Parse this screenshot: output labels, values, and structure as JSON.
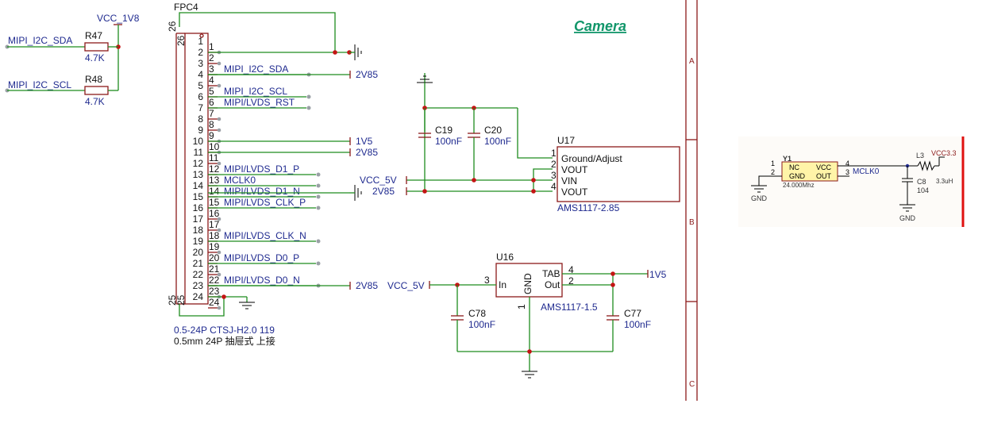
{
  "title": "Camera",
  "frame": {
    "zones": [
      "A",
      "B",
      "C"
    ]
  },
  "pullups": {
    "supply": "VCC_1V8",
    "resistors": [
      {
        "ref": "R47",
        "value": "4.7K",
        "net": "MIPI_I2C_SDA"
      },
      {
        "ref": "R48",
        "value": "4.7K",
        "net": "MIPI_I2C_SCL"
      }
    ]
  },
  "connector": {
    "ref": "FPC4",
    "part": "0.5-24P CTSJ-H2.0 119",
    "desc": "0.5mm 24P 抽屉式 上接",
    "mount_pins": [
      "26",
      "25"
    ],
    "pins": [
      {
        "num": "1",
        "net": ""
      },
      {
        "num": "2",
        "net": ""
      },
      {
        "num": "3",
        "net": "MIPI_I2C_SDA"
      },
      {
        "num": "4",
        "net": ""
      },
      {
        "num": "5",
        "net": "MIPI_I2C_SCL"
      },
      {
        "num": "6",
        "net": "MIPI/LVDS_RST"
      },
      {
        "num": "7",
        "net": ""
      },
      {
        "num": "8",
        "net": ""
      },
      {
        "num": "9",
        "net": ""
      },
      {
        "num": "10",
        "net": ""
      },
      {
        "num": "11",
        "net": ""
      },
      {
        "num": "12",
        "net": "MIPI/LVDS_D1_P"
      },
      {
        "num": "13",
        "net": "MCLK0"
      },
      {
        "num": "14",
        "net": "MIPI/LVDS_D1_N"
      },
      {
        "num": "15",
        "net": "MIPI/LVDS_CLK_P"
      },
      {
        "num": "16",
        "net": ""
      },
      {
        "num": "17",
        "net": ""
      },
      {
        "num": "18",
        "net": "MIPI/LVDS_CLK_N"
      },
      {
        "num": "19",
        "net": ""
      },
      {
        "num": "20",
        "net": "MIPI/LVDS_D0_P"
      },
      {
        "num": "21",
        "net": ""
      },
      {
        "num": "22",
        "net": "MIPI/LVDS_D0_N"
      },
      {
        "num": "23",
        "net": ""
      },
      {
        "num": "24",
        "net": ""
      }
    ],
    "power_ports": [
      {
        "pin": "4",
        "net": "2V85"
      },
      {
        "pin": "10",
        "net": "1V5"
      },
      {
        "pin": "11",
        "net": "2V85"
      },
      {
        "pin": "23",
        "net": "2V85"
      }
    ]
  },
  "ldo_u17": {
    "ref": "U17",
    "part": "AMS1117-2.85",
    "pins": [
      {
        "num": "1",
        "name": "Ground/Adjust"
      },
      {
        "num": "2",
        "name": "VOUT"
      },
      {
        "num": "3",
        "name": "VIN"
      },
      {
        "num": "4",
        "name": "VOUT"
      }
    ],
    "in_net": "VCC_5V",
    "out_net": "2V85",
    "caps": [
      {
        "ref": "C19",
        "value": "100nF"
      },
      {
        "ref": "C20",
        "value": "100nF"
      }
    ]
  },
  "ldo_u16": {
    "ref": "U16",
    "part": "AMS1117-1.5",
    "in_net": "VCC_5V",
    "out_net": "1V5",
    "pins": {
      "in": "In",
      "gnd": "GND",
      "tab": "TAB",
      "out": "Out",
      "in_num": "3",
      "gnd_num": "1",
      "tab_num": "4",
      "out_num": "2"
    },
    "caps": [
      {
        "ref": "C78",
        "value": "100nF"
      },
      {
        "ref": "C77",
        "value": "100nF"
      }
    ]
  },
  "oscillator": {
    "ref": "Y1",
    "freq": "24.000Mhz",
    "pins": {
      "nc": "NC",
      "gnd": "GND",
      "vcc": "VCC",
      "out": "OUT",
      "p1": "1",
      "p2": "2",
      "p3": "3",
      "p4": "4"
    },
    "out_net": "MCLK0",
    "supply": "VCC3.3",
    "inductor": {
      "ref": "L3",
      "value": "3.3uH"
    },
    "cap": {
      "ref": "C8",
      "value": "104"
    },
    "gnd_label": "GND"
  },
  "colors": {
    "wire": "#1e8c1e",
    "part": "#8b1a1a",
    "label": "#1f2a8f",
    "title": "#12966a",
    "junction": "#c41414",
    "frame": "#9a1b1b"
  }
}
